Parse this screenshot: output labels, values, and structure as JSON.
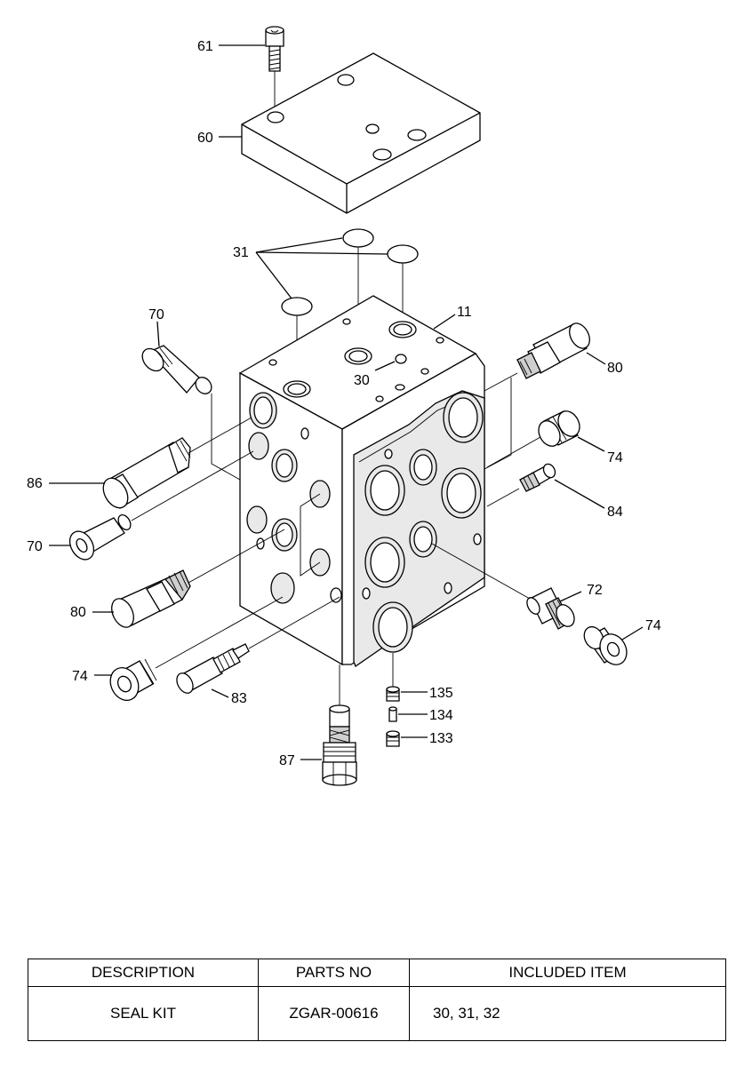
{
  "callouts": {
    "c61": "61",
    "c60": "60",
    "c31": "31",
    "c11": "11",
    "c70a": "70",
    "c30": "30",
    "c80a": "80",
    "c74a": "74",
    "c86": "86",
    "c84": "84",
    "c70b": "70",
    "c72": "72",
    "c80b": "80",
    "c74b": "74",
    "c74c": "74",
    "c83": "83",
    "c135": "135",
    "c134": "134",
    "c133": "133",
    "c87": "87"
  },
  "table": {
    "headers": [
      "DESCRIPTION",
      "PARTS NO",
      "INCLUDED ITEM"
    ],
    "rows": [
      {
        "description": "SEAL KIT",
        "parts_no": "ZGAR-00616",
        "included_item": "30, 31, 32"
      }
    ]
  }
}
